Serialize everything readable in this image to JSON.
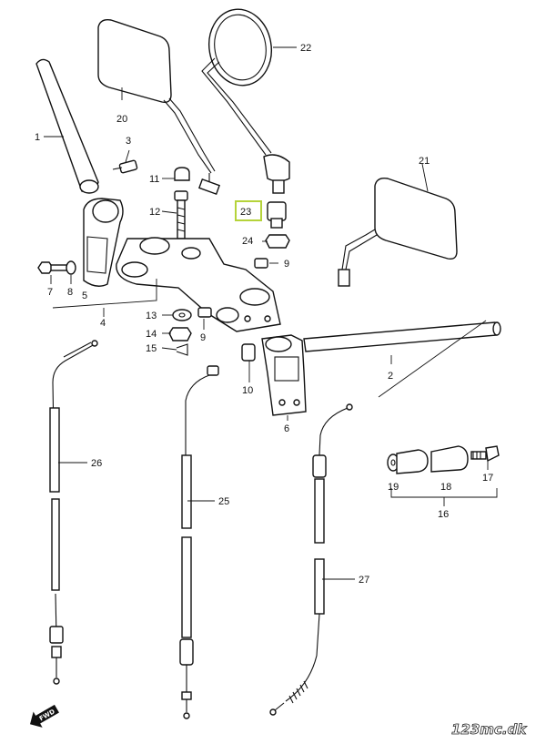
{
  "callouts": {
    "p1": "1",
    "p2": "2",
    "p3": "3",
    "p4": "4",
    "p5": "5",
    "p6": "6",
    "p7": "7",
    "p8": "8",
    "p9a": "9",
    "p9b": "9",
    "p10": "10",
    "p11": "11",
    "p12": "12",
    "p13": "13",
    "p14": "14",
    "p15": "15",
    "p16": "16",
    "p17": "17",
    "p18": "18",
    "p19": "19",
    "p20": "20",
    "p21": "21",
    "p22": "22",
    "p23": "23",
    "p24": "24",
    "p25": "25",
    "p26": "26",
    "p27": "27"
  },
  "highlighted_part": "23",
  "highlight_color": "#b5d33a",
  "direction_badge": "FWD",
  "watermark": "123mc.dk"
}
